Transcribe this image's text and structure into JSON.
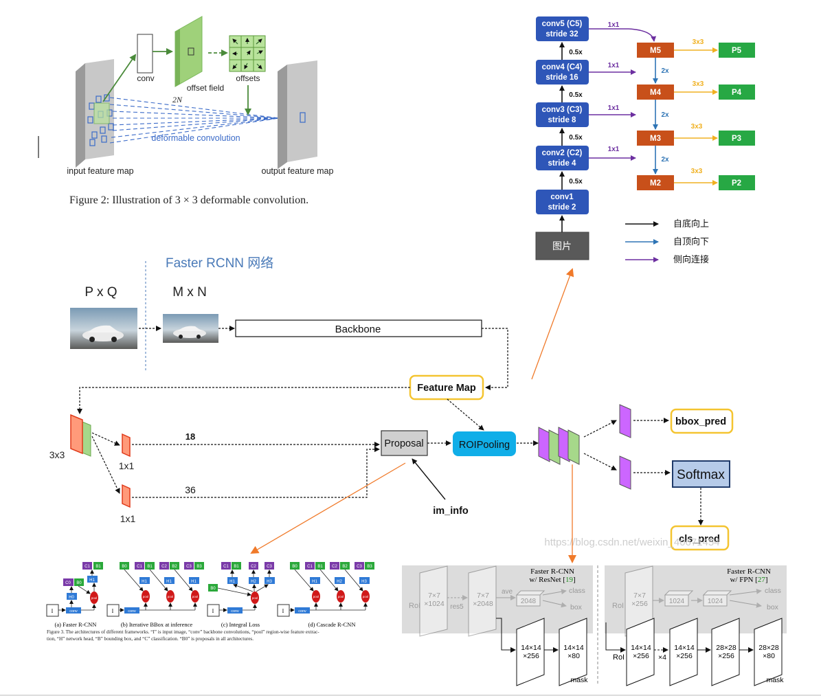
{
  "colors": {
    "fpn_blue": "#2e56b8",
    "fpn_orange": "#c8501a",
    "fpn_green": "#27a844",
    "arrow_black": "#111111",
    "arrow_blue": "#2e74b5",
    "arrow_purple": "#6c2fa0",
    "arrow_yellow": "#f0b020",
    "conv_blue": "#4a7ab8",
    "mask_orange": "#f07a2a",
    "roi_cyan": "#10aee8",
    "highlight_yellow": "#f4c430",
    "softmax_fill": "#b6cbe9",
    "feature_pink": "#ff9a7a",
    "feature_purple": "#cc66ff",
    "feature_green": "#a6d88a"
  },
  "deform": {
    "conv": "conv",
    "offset_field": "offset field",
    "two_n": "2N",
    "offsets": "offsets",
    "deformable_convolution": "deformable convolution",
    "input_feature_map": "input feature map",
    "output_feature_map": "output feature map",
    "caption": "Figure 2: Illustration of 3 × 3 deformable convolution."
  },
  "fpn": {
    "c5": [
      "conv5 (C5)",
      "stride 32"
    ],
    "c4": [
      "conv4 (C4)",
      "stride 16"
    ],
    "c3": [
      "conv3 (C3)",
      "stride 8"
    ],
    "c2": [
      "conv2 (C2)",
      "stride 4"
    ],
    "c1": [
      "conv1",
      "stride 2"
    ],
    "image": "图片",
    "half": "0.5x",
    "lateral": "1x1",
    "up": "2x",
    "smooth": "3x3",
    "m_levels": [
      "M5",
      "M4",
      "M3",
      "M2"
    ],
    "p_levels": [
      "P5",
      "P4",
      "P3",
      "P2"
    ],
    "legend": [
      "自底向上",
      "自顶向下",
      "侧向连接"
    ]
  },
  "rcnn": {
    "title": "Faster RCNN 网络",
    "pq": "P x Q",
    "mn": "M x N",
    "backbone": "Backbone",
    "feature_map": "Feature Map",
    "k3x3": "3x3",
    "k1x1": "1x1",
    "n18": "18",
    "n36": "36",
    "proposal": "Proposal",
    "roipooling": "ROIPooling",
    "im_info": "im_info",
    "bbox_pred": "bbox_pred",
    "softmax": "Softmax",
    "cls_pred": "cls_pred",
    "watermark": "https://blog.csdn.net/weixin_40671454"
  },
  "cascade": {
    "captions": [
      "(a) Faster R-CNN",
      "(b) Iterative BBox at inference",
      "(c) Integral Loss",
      "(d) Cascade R-CNN"
    ],
    "caption_line1": "Figure 3. The architectures of different frameworks. “I” is input image, “conv” backbone convolutions, “pool” region-wise feature extrac-",
    "caption_line2": "tion, “H” network head, “B” bounding box, and “C” classification. “B0” is proposals in all architectures.",
    "conv": "conv",
    "pool": "pool",
    "I": "I"
  },
  "heads": {
    "left_title1": "Faster R-CNN",
    "left_title2_pre": "w/ ResNet [",
    "left_title2_ref": "19",
    "left_title2_post": "]",
    "right_title1": "Faster R-CNN",
    "right_title2_pre": "w/ FPN [",
    "right_title2_ref": "27",
    "right_title2_post": "]",
    "roi": "RoI",
    "res5": "res5",
    "ave": "ave",
    "class": "class",
    "box": "box",
    "mask": "mask",
    "x4": "×4",
    "l_roi_feat": [
      "7×7",
      "×1024"
    ],
    "l_res5_feat": [
      "7×7",
      "×2048"
    ],
    "fc2048": "2048",
    "l_mask1": [
      "14×14",
      "×256"
    ],
    "l_mask2": [
      "14×14",
      "×80"
    ],
    "r_roi_feat": [
      "7×7",
      "×256"
    ],
    "fc1024": "1024",
    "r_mask1": [
      "14×14",
      "×256"
    ],
    "r_mask2": [
      "14×14",
      "×256"
    ],
    "r_mask3": [
      "28×28",
      "×256"
    ],
    "r_mask4": [
      "28×28",
      "×80"
    ]
  }
}
